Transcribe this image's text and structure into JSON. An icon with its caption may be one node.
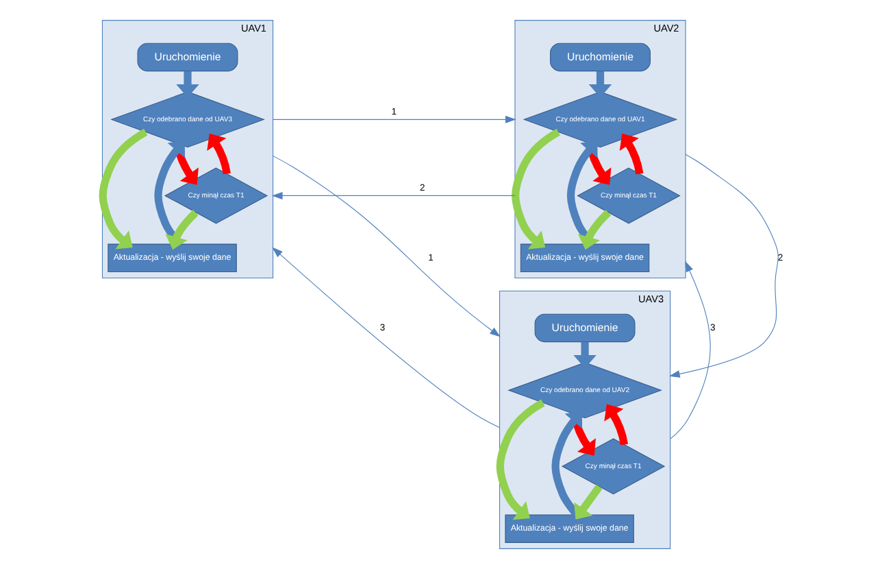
{
  "diagram": {
    "nodes": [
      {
        "text": [
          "UAV1"
        ]
      },
      {
        "text": [
          "Uruchomienie"
        ],
        "in": 0
      },
      {
        "text": [
          "Czy odebrano dane od UAV3"
        ],
        "in": 0
      },
      {
        "text": [
          "Aktualizacja - wyślij swoje dane"
        ],
        "in": 0
      },
      {
        "text": [
          "Czy minął czas T1"
        ],
        "in": 0
      },
      {
        "text": [
          "UAV2"
        ]
      },
      {
        "text": [
          "Uruchomienie"
        ],
        "in": 5
      },
      {
        "text": [
          "Czy odebrano dane od UAV1"
        ],
        "in": 5
      },
      {
        "text": [
          "Aktualizacja - wyślij swoje dane"
        ],
        "in": 5
      },
      {
        "text": [
          "Czy minął czas T1"
        ],
        "in": 5
      },
      {
        "text": [
          "UAV3"
        ]
      },
      {
        "text": [
          "Uruchomienie"
        ],
        "in": 10
      },
      {
        "text": [
          "Czy odebrano dane od UAV2"
        ],
        "in": 10
      },
      {
        "text": [
          "Aktualizacja - wyślij swoje dane"
        ],
        "in": 10
      },
      {
        "text": [
          "Czy minął czas T1"
        ],
        "in": 10
      }
    ],
    "edges": [
      {
        "from": 1,
        "to": 2,
        "arrow": "to"
      },
      {
        "from": 2,
        "to": 3,
        "arrow": "to",
        "color": "#92d050"
      },
      {
        "from": 2,
        "to": 4,
        "arrow": "to",
        "color": "#ff0000"
      },
      {
        "from": 4,
        "to": 2,
        "arrow": "to",
        "color": "#ff0000"
      },
      {
        "from": 4,
        "to": 3,
        "arrow": "to",
        "color": "#92d050"
      },
      {
        "from": 3,
        "to": 2,
        "arrow": "to"
      },
      {
        "from": 6,
        "to": 7,
        "arrow": "to"
      },
      {
        "from": 7,
        "to": 8,
        "arrow": "to",
        "color": "#92d050"
      },
      {
        "from": 7,
        "to": 9,
        "arrow": "to",
        "color": "#ff0000"
      },
      {
        "from": 9,
        "to": 7,
        "arrow": "to",
        "color": "#ff0000"
      },
      {
        "from": 9,
        "to": 8,
        "arrow": "to",
        "color": "#92d050"
      },
      {
        "from": 8,
        "to": 7,
        "arrow": "to"
      },
      {
        "from": 11,
        "to": 12,
        "arrow": "to"
      },
      {
        "from": 12,
        "to": 13,
        "arrow": "to",
        "color": "#92d050"
      },
      {
        "from": 12,
        "to": 14,
        "arrow": "to",
        "color": "#ff0000"
      },
      {
        "from": 14,
        "to": 12,
        "arrow": "to",
        "color": "#ff0000"
      },
      {
        "from": 14,
        "to": 13,
        "arrow": "to",
        "color": "#92d050"
      },
      {
        "from": 13,
        "to": 12,
        "arrow": "to"
      },
      {
        "from": 0,
        "to": 5,
        "arrow": "to",
        "label": "1"
      },
      {
        "from": 5,
        "to": 0,
        "arrow": "to",
        "label": "2"
      },
      {
        "from": 0,
        "to": 10,
        "arrow": "to",
        "label": "1"
      },
      {
        "from": 10,
        "to": 0,
        "arrow": "to",
        "label": "3"
      },
      {
        "from": 5,
        "to": 10,
        "arrow": "to",
        "label": "2"
      },
      {
        "from": 10,
        "to": 5,
        "arrow": "to",
        "label": "3"
      }
    ]
  }
}
